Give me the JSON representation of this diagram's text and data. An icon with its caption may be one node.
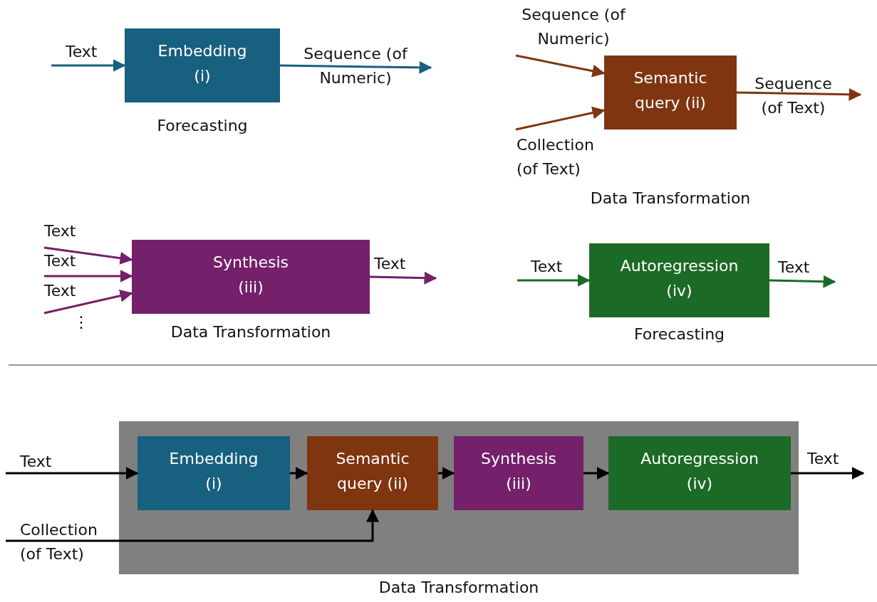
{
  "diagram": {
    "nodes": [
      {
        "text": [
          "Embedding (i)"
        ],
        "beside": [
          "Forecasting"
        ]
      },
      {
        "text": [
          "Semantic query (ii)"
        ],
        "beside": [
          "Data Transformation"
        ]
      },
      {
        "text": [
          "Synthesis (iii)"
        ],
        "beside": [
          "Data Transformation"
        ]
      },
      {
        "text": [
          "Autoregression (iv)"
        ],
        "beside": [
          "Forecasting"
        ]
      },
      {
        "text": [],
        "shape": "box",
        "beside": [
          "Data Transformation"
        ]
      },
      {
        "text": [
          "Embedding (i)"
        ],
        "in": 4
      },
      {
        "text": [
          "Semantic query (ii)"
        ],
        "in": 4
      },
      {
        "text": [
          "Synthesis (iii)"
        ],
        "in": 4
      },
      {
        "text": [
          "Autoregression (iv)"
        ],
        "in": 4
      }
    ],
    "edges": [
      {
        "from": null,
        "to": 0,
        "arrow": "to",
        "label": "Text",
        "color": "#17607f"
      },
      {
        "from": 0,
        "to": null,
        "arrow": "to",
        "label": "Sequence (of Numeric)",
        "color": "#17607f"
      },
      {
        "from": null,
        "to": 1,
        "arrow": "to",
        "label": "Sequence (of Numeric)",
        "color": "#7f3510"
      },
      {
        "from": null,
        "to": 1,
        "arrow": "to",
        "label": "Collection (of Text)",
        "color": "#7f3510"
      },
      {
        "from": 1,
        "to": null,
        "arrow": "to",
        "label": "Sequence (of Text)",
        "color": "#7f3510"
      },
      {
        "from": null,
        "to": 2,
        "arrow": "to",
        "label": "Text",
        "color": "#74206a"
      },
      {
        "from": null,
        "to": 2,
        "arrow": "to",
        "label": "Text",
        "color": "#74206a"
      },
      {
        "from": null,
        "to": 2,
        "arrow": "to",
        "label": "Text",
        "color": "#74206a"
      },
      {
        "from": 2,
        "to": null,
        "arrow": "to",
        "label": "Text",
        "color": "#74206a"
      },
      {
        "from": null,
        "to": 3,
        "arrow": "to",
        "label": "Text",
        "color": "#1b6b27"
      },
      {
        "from": 3,
        "to": null,
        "arrow": "to",
        "label": "Text",
        "color": "#1b6b27"
      },
      {
        "from": null,
        "to": 5,
        "arrow": "to",
        "label": "Text",
        "color": "#000000"
      },
      {
        "from": 5,
        "to": 6,
        "arrow": "to",
        "color": "#000000"
      },
      {
        "from": 6,
        "to": 7,
        "arrow": "to",
        "color": "#000000"
      },
      {
        "from": 7,
        "to": 8,
        "arrow": "to",
        "color": "#000000"
      },
      {
        "from": 8,
        "to": null,
        "arrow": "to",
        "label": "Text",
        "color": "#000000"
      },
      {
        "from": null,
        "to": 6,
        "arrow": "to",
        "label": "Collection (of Text)",
        "color": "#000000"
      }
    ],
    "labels": [
      "⋮"
    ]
  }
}
